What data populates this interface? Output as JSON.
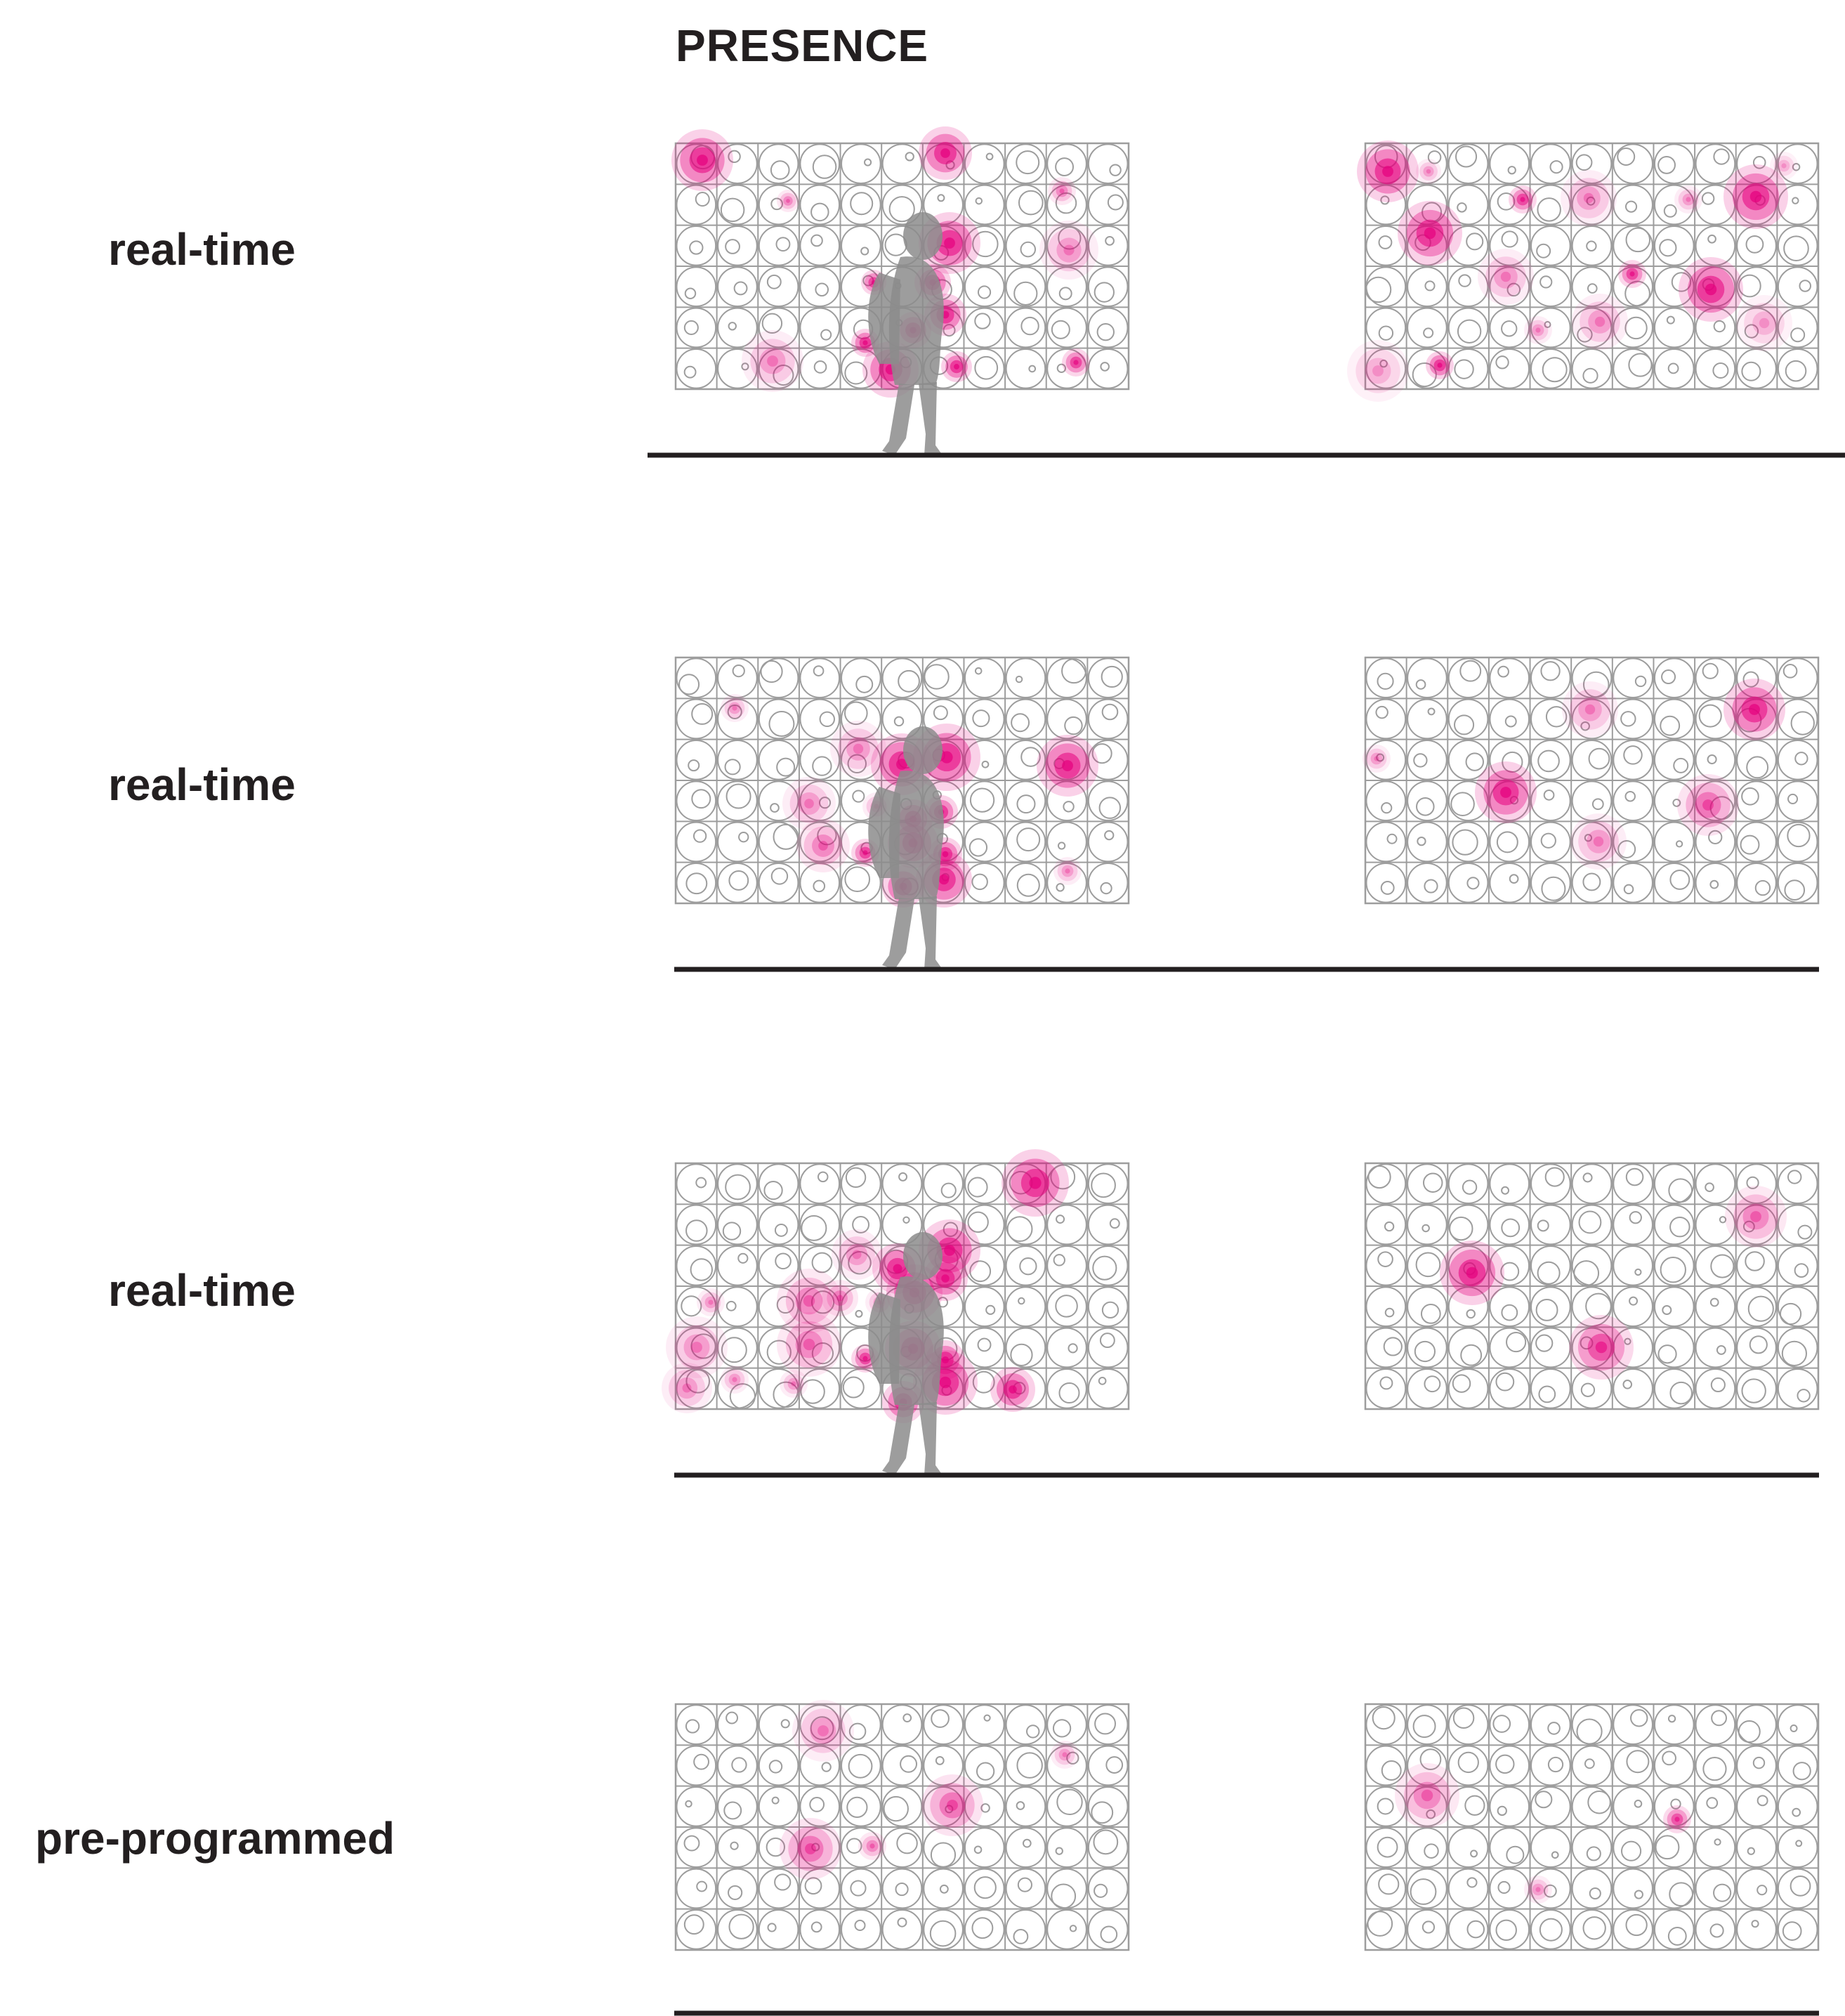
{
  "title": "PRESENCE",
  "rows": [
    {
      "label": "real-time"
    },
    {
      "label": "real-time"
    },
    {
      "label": "real-time"
    },
    {
      "label": "pre-programmed"
    }
  ],
  "colors": {
    "accent": "#e6007e",
    "grid": "#9d9d9d",
    "ground": "#231f20",
    "figure": "#8c8c8c",
    "text": "#231f20"
  },
  "grid_spec": {
    "columns": 11,
    "rows": 6
  },
  "icons": {
    "person": "person-silhouette-icon"
  }
}
